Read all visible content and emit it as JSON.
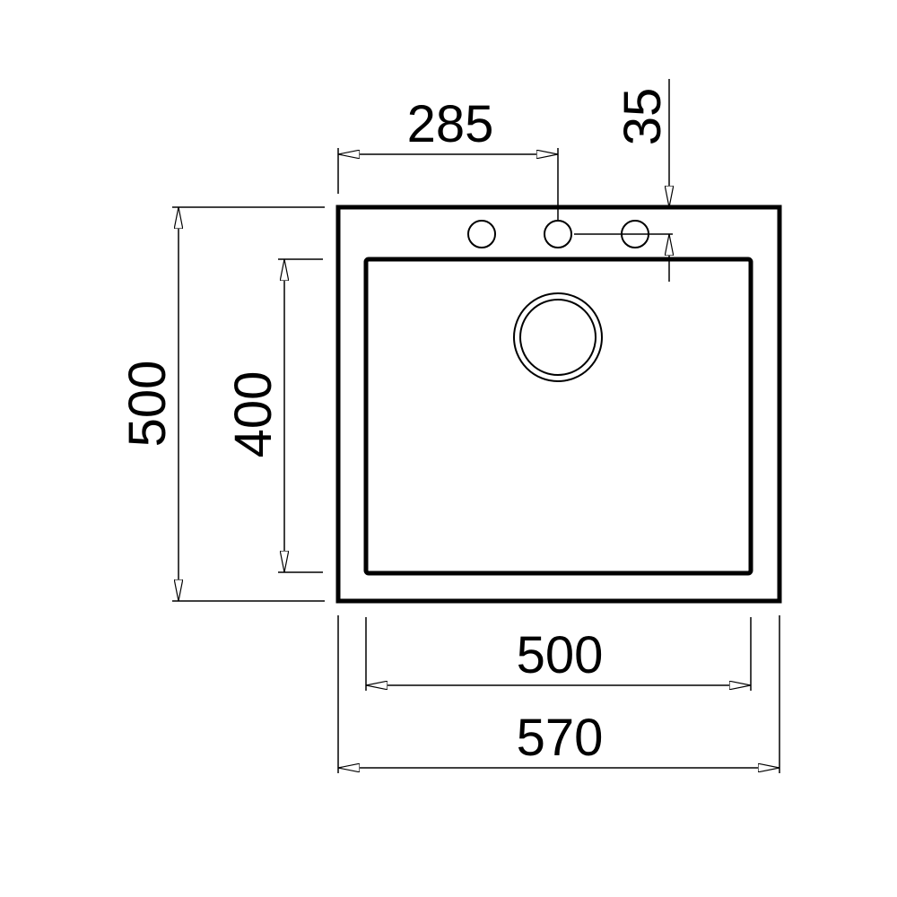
{
  "diagram": {
    "stroke_color": "#000000",
    "background_color": "#ffffff",
    "dimensions": {
      "top_hole_offset": "285",
      "hole_edge_offset": "35",
      "overall_depth": "500",
      "bowl_depth": "400",
      "bowl_width": "500",
      "overall_width": "570"
    }
  }
}
